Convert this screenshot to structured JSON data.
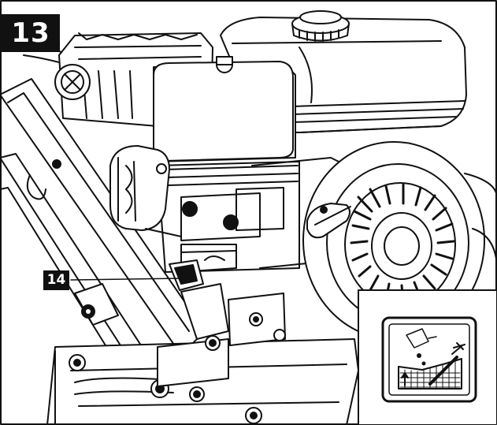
{
  "figure": {
    "figure_number": "13",
    "callouts": [
      {
        "label": "14"
      }
    ],
    "parts": {
      "fuel_tank": "fuel-tank",
      "fuel_cap": "fuel-cap",
      "air_filter": "air-filter-housing",
      "recoil_starter": "recoil-starter",
      "spark_plug_cover": "spark-plug-cover",
      "engine_block": "engine-block",
      "oil_drain": "oil-filler-drain",
      "frame": "tiller-frame"
    },
    "inset": {
      "icon": "oil-level-warning-icon"
    },
    "colors": {
      "ink": "#111111",
      "paper": "#ffffff",
      "badge": "#111111"
    }
  }
}
